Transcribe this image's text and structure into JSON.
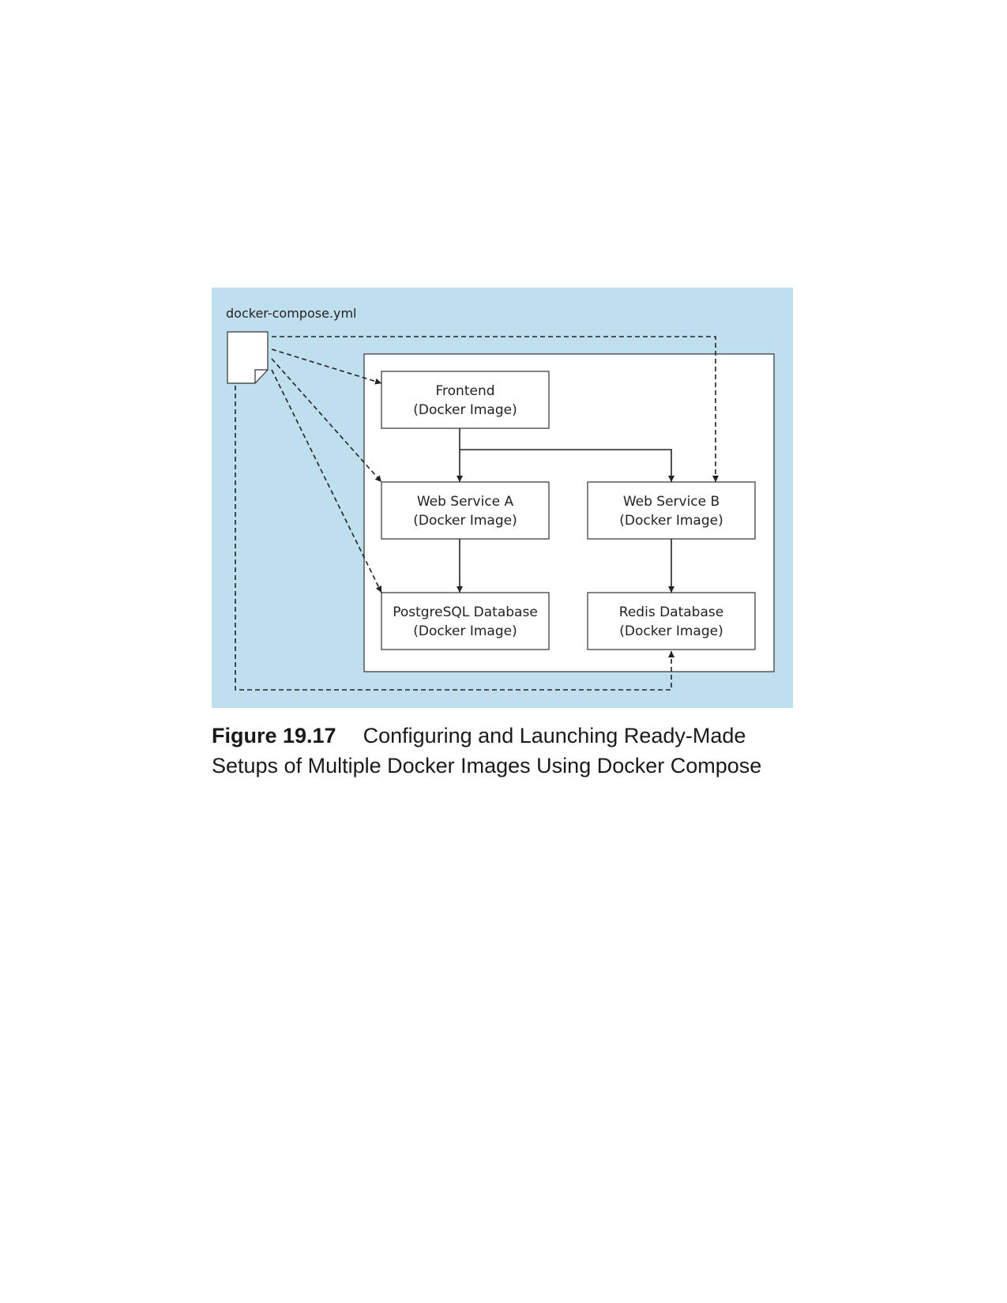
{
  "diagram": {
    "file_label": "docker-compose.yml",
    "colors": {
      "background": "#bfdfef",
      "box_fill": "#ffffff",
      "stroke": "#333333"
    },
    "nodes": {
      "frontend": {
        "line1": "Frontend",
        "line2": "(Docker Image)"
      },
      "web_service_a": {
        "line1": "Web Service A",
        "line2": "(Docker Image)"
      },
      "web_service_b": {
        "line1": "Web Service B",
        "line2": "(Docker Image)"
      },
      "postgres": {
        "line1": "PostgreSQL Database",
        "line2": "(Docker Image)"
      },
      "redis": {
        "line1": "Redis Database",
        "line2": "(Docker Image)"
      }
    },
    "edges": [
      {
        "from": "frontend",
        "to": "web_service_a",
        "style": "solid"
      },
      {
        "from": "frontend",
        "to": "web_service_b",
        "style": "solid"
      },
      {
        "from": "web_service_a",
        "to": "postgres",
        "style": "solid"
      },
      {
        "from": "web_service_b",
        "to": "redis",
        "style": "solid"
      },
      {
        "from": "file",
        "to": "frontend",
        "style": "dashed"
      },
      {
        "from": "file",
        "to": "web_service_a",
        "style": "dashed"
      },
      {
        "from": "file",
        "to": "postgres",
        "style": "dashed"
      },
      {
        "from": "file",
        "to": "web_service_b",
        "style": "dashed"
      },
      {
        "from": "file",
        "to": "redis",
        "style": "dashed"
      }
    ]
  },
  "caption": {
    "number": "Figure 19.17",
    "text": "Configuring and Launching Ready-Made Setups of Multiple Docker Images Using Docker Compose"
  }
}
